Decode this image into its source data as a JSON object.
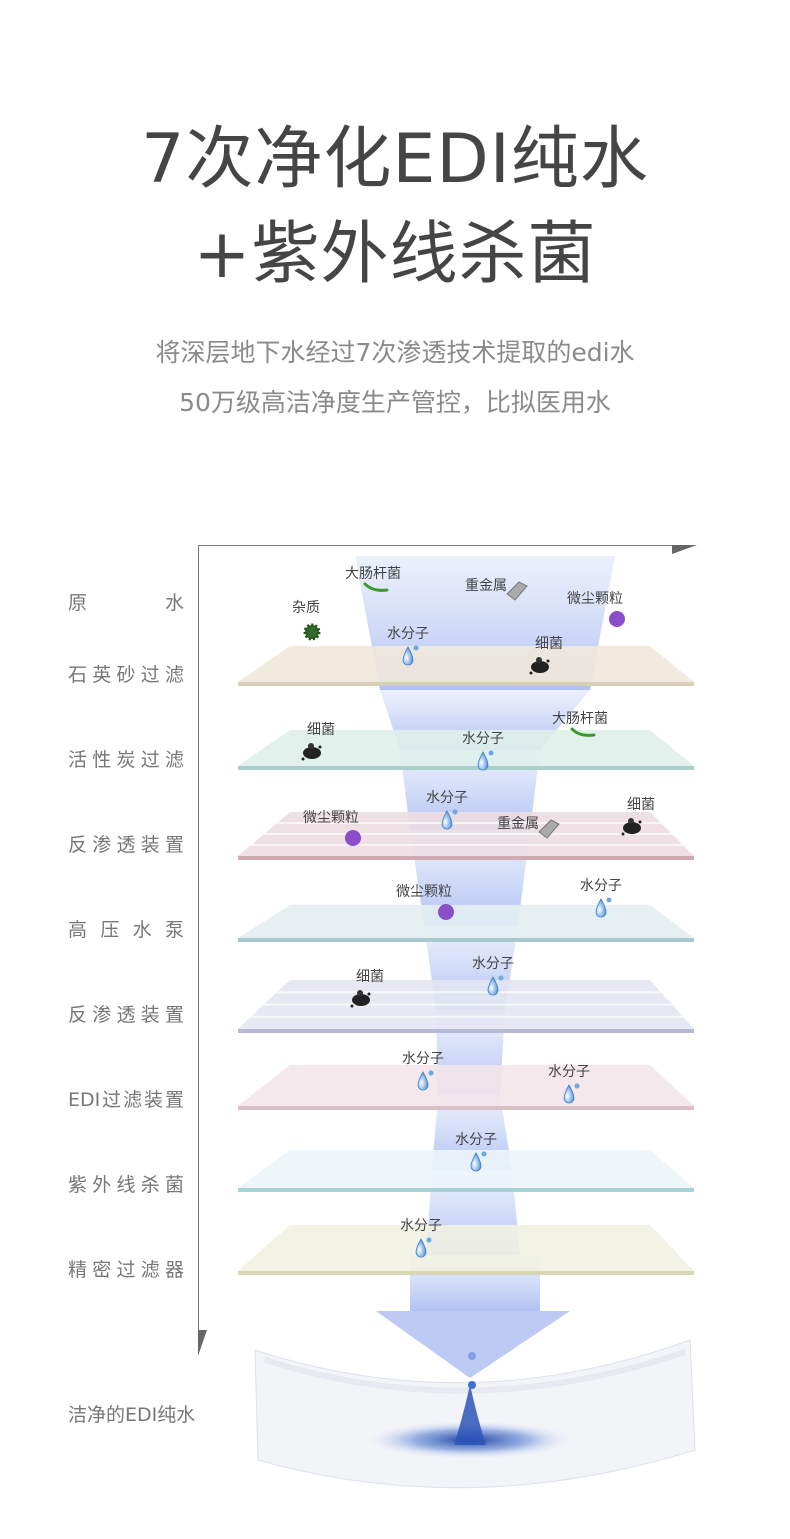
{
  "header": {
    "title_lines": [
      "7次净化EDI纯水",
      "+紫外线杀菌"
    ],
    "subtitle_lines": [
      "将深层地下水经过7次渗透技术提取的edi水",
      "50万级高洁净度生产管控，比拟医用水"
    ]
  },
  "stages": [
    {
      "label": "原水"
    },
    {
      "label": "石英砂过滤"
    },
    {
      "label": "活性炭过滤"
    },
    {
      "label": "反渗透装置"
    },
    {
      "label": "高压水泵"
    },
    {
      "label": "反渗透装置"
    },
    {
      "label": "EDI过滤装置"
    },
    {
      "label": "紫外线杀菌"
    },
    {
      "label": "精密过滤器"
    },
    {
      "label": "洁净的EDI纯水"
    }
  ],
  "particles": [
    {
      "label": "大肠杆菌",
      "icon": "ecoli-icon"
    },
    {
      "label": "重金属",
      "icon": "metal-icon"
    },
    {
      "label": "微尘颗粒",
      "icon": "dust-icon"
    },
    {
      "label": "杂质",
      "icon": "impurity-icon"
    },
    {
      "label": "水分子",
      "icon": "water-drop-icon"
    },
    {
      "label": "细菌",
      "icon": "bacteria-icon"
    },
    {
      "label": "细菌",
      "icon": "bacteria-icon"
    },
    {
      "label": "水分子",
      "icon": "water-drop-icon"
    },
    {
      "label": "大肠杆菌",
      "icon": "ecoli-icon"
    },
    {
      "label": "水分子",
      "icon": "water-drop-icon"
    },
    {
      "label": "微尘颗粒",
      "icon": "dust-icon"
    },
    {
      "label": "重金属",
      "icon": "metal-icon"
    },
    {
      "label": "细菌",
      "icon": "bacteria-icon"
    },
    {
      "label": "微尘颗粒",
      "icon": "dust-icon"
    },
    {
      "label": "水分子",
      "icon": "water-drop-icon"
    },
    {
      "label": "细菌",
      "icon": "bacteria-icon"
    },
    {
      "label": "水分子",
      "icon": "water-drop-icon"
    },
    {
      "label": "水分子",
      "icon": "water-drop-icon"
    },
    {
      "label": "水分子",
      "icon": "water-drop-icon"
    },
    {
      "label": "水分子",
      "icon": "water-drop-icon"
    },
    {
      "label": "水分子",
      "icon": "water-drop-icon"
    }
  ],
  "colors": {
    "title": "#454545",
    "funnel": "#9fb4f0",
    "layers": [
      "#efe8dc",
      "#dff0ea",
      "#ecdde2",
      "#e3eef2",
      "#e3e5f2",
      "#f3e6ea",
      "#ecf5f8",
      "#f1f1e2"
    ],
    "layer_edges": [
      "#d8cfba",
      "#a9cfc8",
      "#cfaab3",
      "#a9c7cf",
      "#b6b9d6",
      "#d9c0c7",
      "#a8d2d8",
      "#d8d6b6"
    ]
  }
}
